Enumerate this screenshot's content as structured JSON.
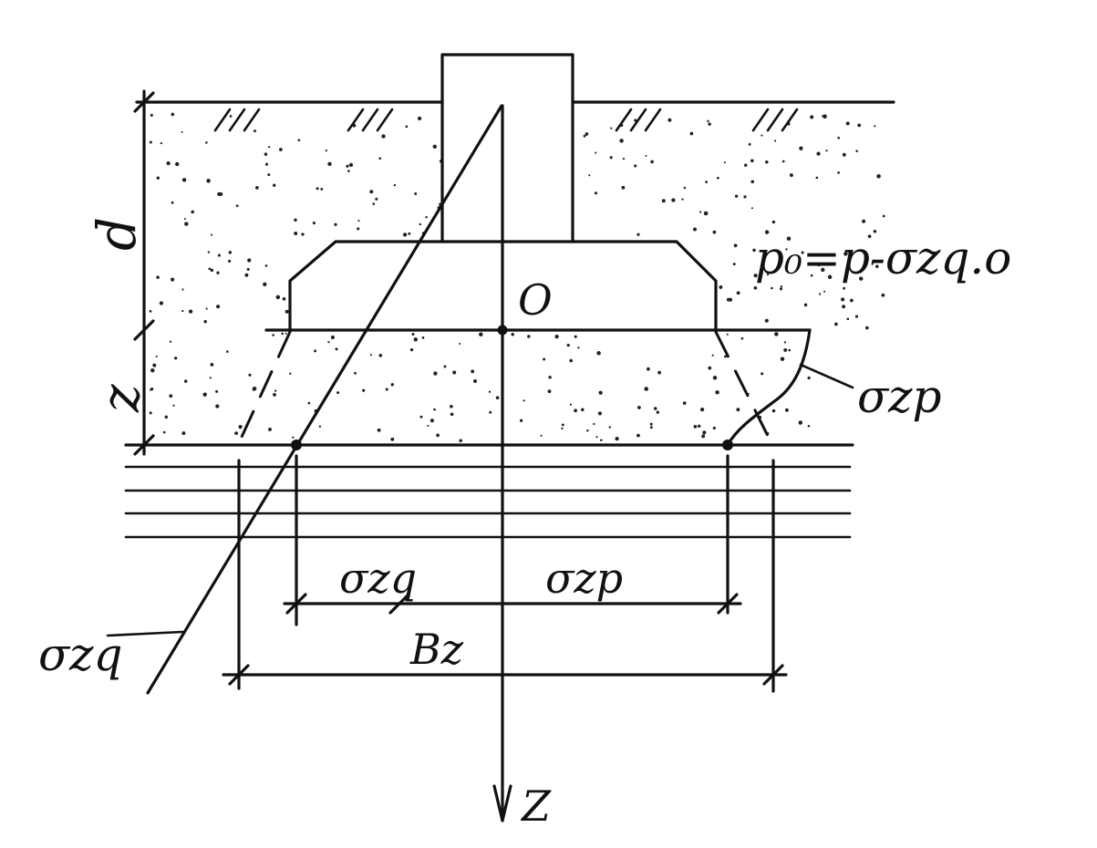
{
  "labels": {
    "d": "d",
    "z_depth": "z",
    "origin": "O",
    "axis": "Z",
    "p0_formula": "p₀=p-σzq.o",
    "sigma_zp_curve": "σzp",
    "sigma_zq_line": "σzq",
    "sigma_zq_dim": "σzq",
    "sigma_zp_dim": "σzp",
    "bz": "Bz"
  }
}
